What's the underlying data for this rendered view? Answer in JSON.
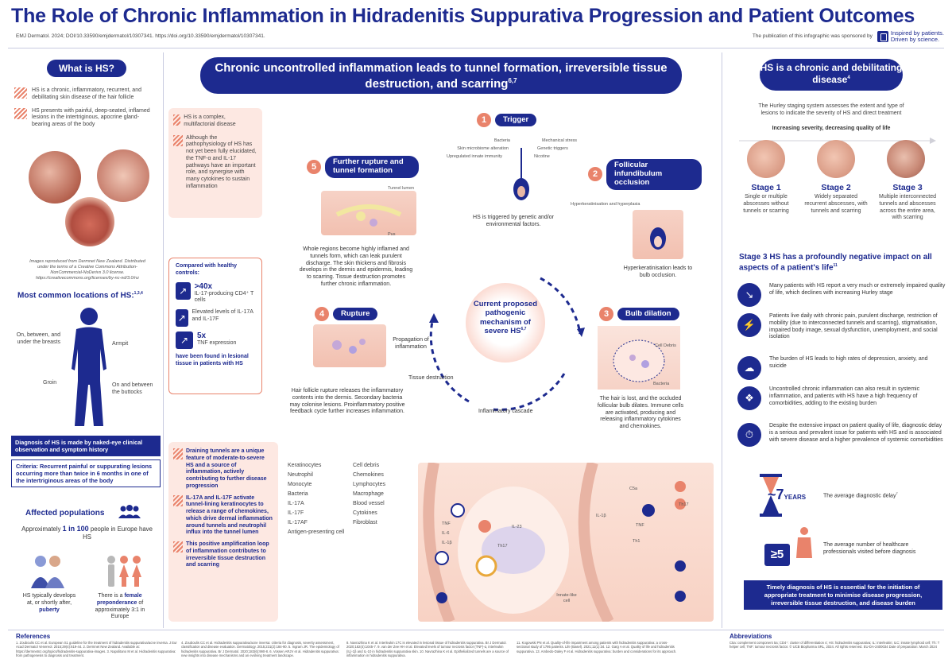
{
  "header": {
    "title": "The Role of Chronic Inflammation in Hidradenitis Suppurativa Progression and Patient Outcomes",
    "citation": "EMJ Dermatol. 2024; DOI/10.33590/emjdermatol/10307341. https://doi.org/10.33590/emjdermatol/10307341.",
    "sponsor_text": "The publication of this infographic was sponsored by",
    "sponsor_logo_line1": "Inspired by patients.",
    "sponsor_logo_line2": "Driven by science."
  },
  "left": {
    "what_title": "What is HS?",
    "what_p1": "HS is a chronic, inflammatory, recurrent, and debilitating skin disease of the hair follicle",
    "what_p2": "HS presents with painful, deep-seated, inflamed lesions in the intertriginous, apocrine gland-bearing areas of the body",
    "image_credit": "Images reproduced from Dermnet New Zealand. Distributed under the terms of a Creative Commons Attribution-NonCommercial-NoDerivs 3.0 license. https://creativecommons.org/licenses/by-nc-nd/3.0/nz",
    "locations_title": "Most common locations of HS:",
    "loc_breasts": "On, between, and under the breasts",
    "loc_armpit": "Armpit",
    "loc_groin": "Groin",
    "loc_buttocks": "On and between the buttocks",
    "diagnosis_1": "Diagnosis of HS is made by naked-eye clinical observation and symptom history",
    "diagnosis_2": "Criteria: Recurrent painful or suppurating lesions occurring more than twice in 6 months in one of the intertriginous areas of the body",
    "affected_title": "Affected populations",
    "affected_pre": "Approximately",
    "affected_bold": "1 in 100",
    "affected_post": "people in Europe have HS",
    "puberty_pre": "HS typically develops at, or shortly after,",
    "puberty_bold": "puberty",
    "female_pre": "There is a",
    "female_bold": "female preponderance",
    "female_post": "of approximately 3:1 in Europe"
  },
  "center": {
    "banner": "Chronic uncontrolled inflammation leads to tunnel formation, irreversible tissue destruction, and scarring",
    "complex_1": "HS is a complex, multifactorial disease",
    "complex_2": "Although the pathophysiology of HS has not yet been fully elucidated, the TNF-α and IL-17 pathways have an important role, and synergise with many cytokines to sustain inflammation",
    "compared_title": "Compared with healthy controls:",
    "stat1_big": ">40x",
    "stat1_text": "IL-17-producing CD4⁺ T cells",
    "stat2_text": "Elevated levels of IL-17A and IL-17F",
    "stat3_big": "5x",
    "stat3_text": "TNF expression",
    "compared_footer": "have been found in lesional tissue in patients with HS",
    "step1": "Trigger",
    "trigger_bacteria": "Bacteria",
    "trigger_microbiome": "Skin microbiome alteration",
    "trigger_immunity": "Upregulated innate immunity",
    "trigger_mechanical": "Mechanical stress",
    "trigger_genetic": "Genetic triggers",
    "trigger_nicotine": "Nicotine",
    "trigger_text": "HS is triggered by genetic and/or environmental factors.",
    "step2": "Follicular infundibulum occlusion",
    "hyperkeratinisation_label": "Hyperkeratinisation and hyperplasia",
    "occlusion_text": "Hyperkeratinisation leads to bulb occlusion.",
    "step3": "Bulb dilation",
    "cell_debris": "Cell Debris",
    "bacteria_label": "Bacteria",
    "dilation_text": "The hair is lost, and the occluded follicular bulb dilates. Immune cells are activated, producing and releasing inflammatory cytokines and chemokines.",
    "step4": "Rupture",
    "rupture_text": "Hair follicle rupture releases the inflammatory contents into the dermis. Secondary bacteria may colonise lesions. Proinflammatory positive feedback cycle further increases inflammation.",
    "step5": "Further rupture and tunnel formation",
    "tunnel_lumen": "Tunnel lumen",
    "pus": "Pus",
    "tunnel_text": "Whole regions become highly inflamed and tunnels form, which can leak purulent discharge. The skin thickens and fibrosis develops in the dermis and epidermis, leading to scarring. Tissue destruction promotes further chronic inflammation.",
    "mechanism": "Current proposed pathogenic mechanism of severe HS",
    "propagation": "Propagation of inflammation",
    "tissue_destruction": "Tissue destruction",
    "cascade": "Inflammatory cascade",
    "draining_1": "Draining tunnels are a unique feature of moderate-to-severe HS and a source of inflammation, actively contributing to further disease progression",
    "draining_2": "IL-17A and IL-17F activate tunnel-lining keratinocytes to release a range of chemokines, which drive dermal inflammation around tunnels and neutrophil influx into the tunnel lumen",
    "draining_3": "This positive amplification loop of inflammation contributes to irreversible tissue destruction and scarring",
    "legend": [
      "Keratinocytes",
      "Neutrophil",
      "Monocyte",
      "Bacteria",
      "IL-17A",
      "IL-17F",
      "IL-17AF",
      "Antigen-presenting cell",
      "Cell debris",
      "Chemokines",
      "Lymphocytes",
      "Macrophage",
      "Blood vessel",
      "Cytokines",
      "Fibroblast"
    ],
    "cytokine_labels": [
      "TNF",
      "IL-6",
      "IL-1β",
      "IL-23",
      "IL-1β",
      "C5a",
      "TNF",
      "Th17",
      "Th1",
      "Th17"
    ],
    "innate_cell": "Innate-like cell"
  },
  "right": {
    "title": "HS is a chronic and debilitating disease",
    "hurley_text": "The Hurley staging system assesses the extent and type of lesions to indicate the severity of HS and direct treatment",
    "severity_text": "Increasing severity, decreasing quality of life",
    "stages": [
      {
        "name": "Stage 1",
        "text": "Single or multiple abscesses without tunnels or scarring"
      },
      {
        "name": "Stage 2",
        "text": "Widely separated recurrent abscesses, with tunnels and scarring"
      },
      {
        "name": "Stage 3",
        "text": "Multiple interconnected tunnels and abscesses across the entire area, with scarring"
      }
    ],
    "impact_title": "Stage 3 HS has a profoundly negative impact on all aspects of a patient's life",
    "impacts": [
      "Many patients with HS report a very much or extremely impaired quality of life, which declines with increasing Hurley stage",
      "Patients live daily with chronic pain, purulent discharge, restriction of mobility (due to interconnected tunnels and scarring), stigmatisation, impaired body image, sexual dysfunction, unemployment, and social isolation",
      "The burden of HS leads to high rates of depression, anxiety, and suicide",
      "Uncontrolled chronic inflammation can also result in systemic inflammation, and patients with HS have a high frequency of comorbidities, adding to the existing burden",
      "Despite the extensive impact on patient quality of life, diagnostic delay is a serious and prevalent issue for patients with HS and is associated with severe disease and a higher prevalence of systemic comorbidities"
    ],
    "delay_big": "~7",
    "delay_unit": "YEARS",
    "delay_text": "The average diagnostic delay",
    "hcp_big": "≥5",
    "hcp_text": "The average number of healthcare professionals visited before diagnosis",
    "final": "Timely diagnosis of HS is essential for the initiation of appropriate treatment to minimise disease progression, irreversible tissue destruction, and disease burden"
  },
  "footer": {
    "refs_title": "References",
    "abbrev_title": "Abbreviations",
    "refs_col1": "1. Zouboulis CC et al. European S1 guideline for the treatment of hidradenitis suppurativa/acne inversa. J Eur Acad Dermatol Venereol. 2015;29(4):619-44. 2. Dermnet New Zealand. Available at: https://dermnetnz.org/topics/hidradenitis-suppurativa-images. 3. Napolitano M et al. Hidradenitis suppurativa: from pathogenesis to diagnosis and treatment.",
    "refs_col2": "4. Zouboulis CC et al. Hidradenitis suppurativa/acne inversa: criteria for diagnosis, severity assessment, classification and disease evaluation. Dermatology. 2015;231(2):184-90. 5. Ingram JR. The epidemiology of hidradenitis suppurativa. Br J Dermatol. 2020;183(6):990-8. 6. Vossen ARJV et al. Hidradenitis suppurativa: new insights into disease mechanisms and an evolving treatment landscape.",
    "refs_col3": "8. Navrazhina K et al. Interleukin 17C is elevated in lesional tissue of hidradenitis suppurativa. Br J Dermatol. 2020;182(4):1045-7. 9. van der Zee HH et al. Elevated levels of tumour necrosis factor (TNF)-α, interleukin (IL)-1β and IL-10 in hidradenitis suppurativa skin. 10. Navrazhina K et al. Epithelialized tunnels are a source of inflammation in hidradenitis suppurativa.",
    "refs_col4": "11. Kogowski PN et al. Quality-of-life impairment among patients with hidradenitis suppurativa: a cross-sectional study of 1795 patients. Life (Basel). 2021;11(1):34. 12. Garg A et al. Quality of life and hidradenitis suppurativa. 13. Ambedo-Daley F et al. Hidradenitis suppurativa: burden and considerations for its approach.",
    "abbrev_text": "C5a: complement component 5a; CD4⁺: cluster of differentiation 4; HS: hidradenitis suppurativa; IL: interleukin; ILC: innate lymphoid cell; Th: T helper cell; TNF: tumour necrosis factor. © UCB Biopharma SRL, 2024. All rights reserved. EU-DA-2400034 Date of preparation: March 2024"
  }
}
